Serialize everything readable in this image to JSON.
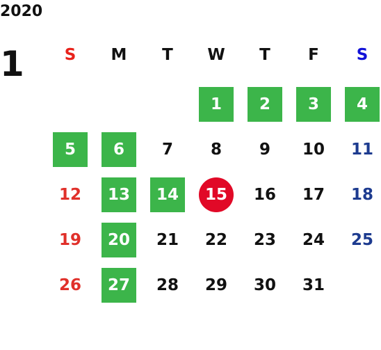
{
  "calendar": {
    "year": "2020",
    "month": "1",
    "weekdays": [
      "S",
      "M",
      "T",
      "W",
      "T",
      "F",
      "S"
    ],
    "weekday_colors": [
      "#e8221b",
      "#111111",
      "#111111",
      "#111111",
      "#111111",
      "#111111",
      "#1212d8"
    ],
    "colors": {
      "marked_bg": "#3cb54a",
      "today_bg": "#e10927",
      "sunday_text": "#e0302a",
      "saturday_text": "#1d3b8f",
      "weekday_text": "#111111",
      "highlight_text": "#ffffff"
    },
    "weeks": [
      [
        null,
        null,
        null,
        {
          "label": "1",
          "state": "marked"
        },
        {
          "label": "2",
          "state": "marked"
        },
        {
          "label": "3",
          "state": "marked"
        },
        {
          "label": "4",
          "state": "marked"
        }
      ],
      [
        {
          "label": "5",
          "state": "marked"
        },
        {
          "label": "6",
          "state": "marked"
        },
        {
          "label": "7",
          "state": "normal"
        },
        {
          "label": "8",
          "state": "normal"
        },
        {
          "label": "9",
          "state": "normal"
        },
        {
          "label": "10",
          "state": "normal"
        },
        {
          "label": "11",
          "state": "normal"
        }
      ],
      [
        {
          "label": "12",
          "state": "normal"
        },
        {
          "label": "13",
          "state": "marked"
        },
        {
          "label": "14",
          "state": "marked"
        },
        {
          "label": "15",
          "state": "today"
        },
        {
          "label": "16",
          "state": "normal"
        },
        {
          "label": "17",
          "state": "normal"
        },
        {
          "label": "18",
          "state": "normal"
        }
      ],
      [
        {
          "label": "19",
          "state": "normal"
        },
        {
          "label": "20",
          "state": "marked"
        },
        {
          "label": "21",
          "state": "normal"
        },
        {
          "label": "22",
          "state": "normal"
        },
        {
          "label": "23",
          "state": "normal"
        },
        {
          "label": "24",
          "state": "normal"
        },
        {
          "label": "25",
          "state": "normal"
        }
      ],
      [
        {
          "label": "26",
          "state": "normal"
        },
        {
          "label": "27",
          "state": "marked"
        },
        {
          "label": "28",
          "state": "normal"
        },
        {
          "label": "29",
          "state": "normal"
        },
        {
          "label": "30",
          "state": "normal"
        },
        {
          "label": "31",
          "state": "normal"
        },
        null
      ]
    ]
  }
}
